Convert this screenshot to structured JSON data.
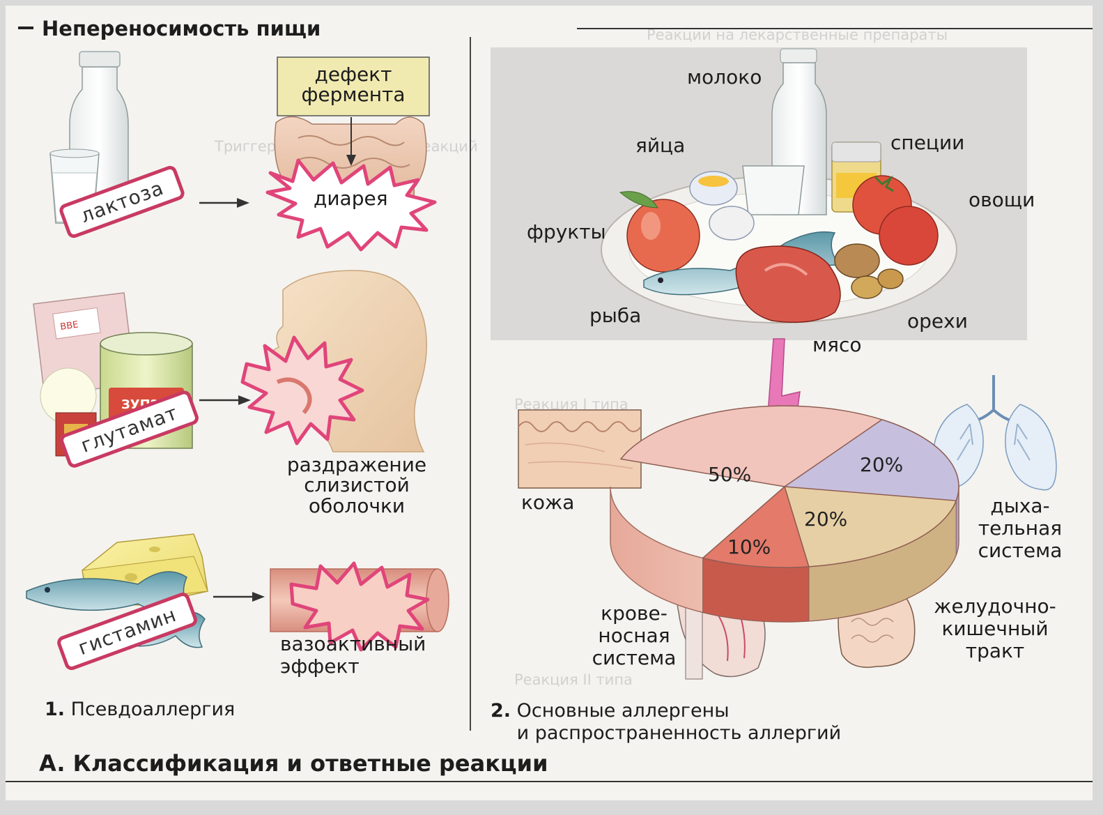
{
  "header": {
    "section_title": "Непереносимость пищи"
  },
  "panel_pseudoallergy": {
    "number": "1.",
    "caption": "Псевдоаллергия",
    "enzyme_defect_box": "дефект\nфермента",
    "rows": [
      {
        "trigger": "лактоза",
        "effect": "диарея"
      },
      {
        "trigger": "глутамат",
        "effect": "раздражение\nслизистой\nоболочки"
      },
      {
        "trigger": "гистамин",
        "effect": "вазоактивный\nэффект"
      }
    ]
  },
  "panel_allergens": {
    "number": "2.",
    "caption": "Основные аллергены\nи распространенность аллергий",
    "foods": {
      "milk": "молоко",
      "eggs": "яйца",
      "spices": "специи",
      "vegetables": "овощи",
      "fruits": "фрукты",
      "fish": "рыба",
      "meat": "мясо",
      "nuts": "орехи"
    },
    "organs": {
      "skin": "кожа",
      "respiratory": "дыха-\nтельная\nсистема",
      "circulatory": "крове-\nносная\nсистема",
      "gastrointestinal": "желудочно-\nкишечный\nтракт"
    }
  },
  "figure_title": "A. Классификация и ответные реакции",
  "background_text": {
    "line_1": "Реакции на лекарственные препараты",
    "line_2": "Триггеры аллергических реакций",
    "line_3": "Реакция I типа",
    "line_4": "Реакция II типа"
  },
  "colors": {
    "tag_border": "#c83a62",
    "flash_pink": "#e0457a",
    "pie_pink": "#f2c5bc",
    "pie_violet": "#c6c0de",
    "pie_tan": "#e6cfa4",
    "pie_red": "#e47a6a",
    "box_yellow": "#f1eab0"
  },
  "chart_data": {
    "type": "pie",
    "title": "",
    "slices": [
      {
        "label": "кожа",
        "value": 50
      },
      {
        "label": "дыхательная система",
        "value": 20
      },
      {
        "label": "желудочно-кишечный тракт",
        "value": 20
      },
      {
        "label": "кровеносная система",
        "value": 10
      }
    ],
    "value_labels": [
      "50%",
      "20%",
      "20%",
      "10%"
    ]
  }
}
